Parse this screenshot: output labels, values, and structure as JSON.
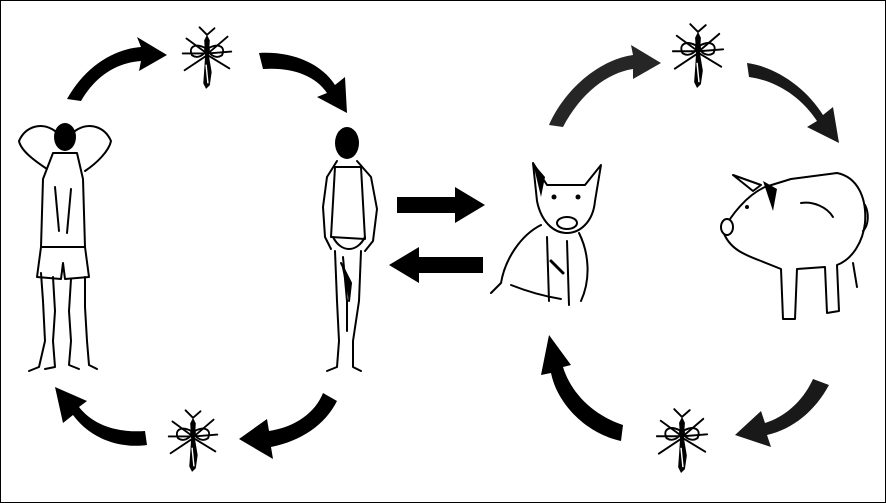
{
  "diagram": {
    "type": "transmission-cycle",
    "cycles": [
      {
        "name": "human-cycle",
        "nodes": [
          "person-with-headache",
          "person-standing",
          "mosquito-top",
          "mosquito-bottom"
        ]
      },
      {
        "name": "pig-cycle",
        "nodes": [
          "pig-sitting",
          "pig-standing",
          "mosquito-top",
          "mosquito-bottom"
        ]
      }
    ],
    "link": {
      "between": [
        "human-cycle",
        "pig-cycle"
      ],
      "direction": "bidirectional"
    },
    "colors": {
      "ink": "#000000",
      "background": "#ffffff"
    }
  }
}
